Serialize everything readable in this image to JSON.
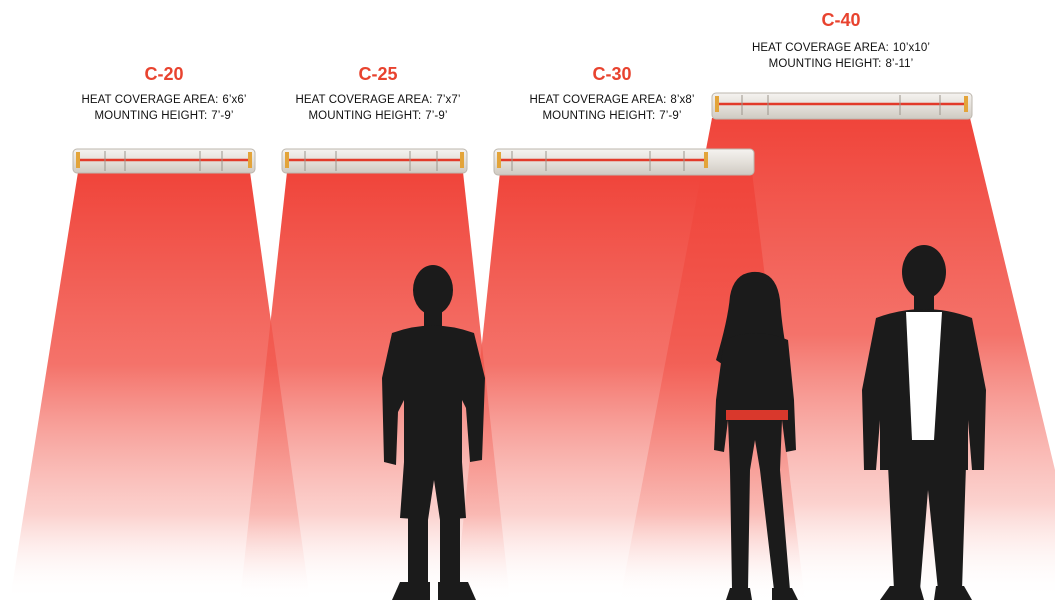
{
  "models": [
    {
      "name": "C-20",
      "coverage_label": "HEAT COVERAGE AREA:",
      "coverage_value": "6’x6’",
      "height_label": "MOUNTING HEIGHT:",
      "height_value": "7’-9’"
    },
    {
      "name": "C-25",
      "coverage_label": "HEAT COVERAGE AREA:",
      "coverage_value": "7’x7’",
      "height_label": "MOUNTING HEIGHT:",
      "height_value": "7’-9’"
    },
    {
      "name": "C-30",
      "coverage_label": "HEAT COVERAGE AREA:",
      "coverage_value": "8’x8’",
      "height_label": "MOUNTING HEIGHT:",
      "height_value": "7’-9’"
    },
    {
      "name": "C-40",
      "coverage_label": "HEAT COVERAGE AREA:",
      "coverage_value": "10’x10’",
      "height_label": "MOUNTING HEIGHT:",
      "height_value": "8’-11’"
    }
  ],
  "colors": {
    "accent": "#e8432f",
    "heat_beam": "#f0443a",
    "element_line": "#e23a2a",
    "heater_body": "#e9e6e1",
    "silhouette": "#1b1b1b",
    "belt": "#d9382c"
  }
}
